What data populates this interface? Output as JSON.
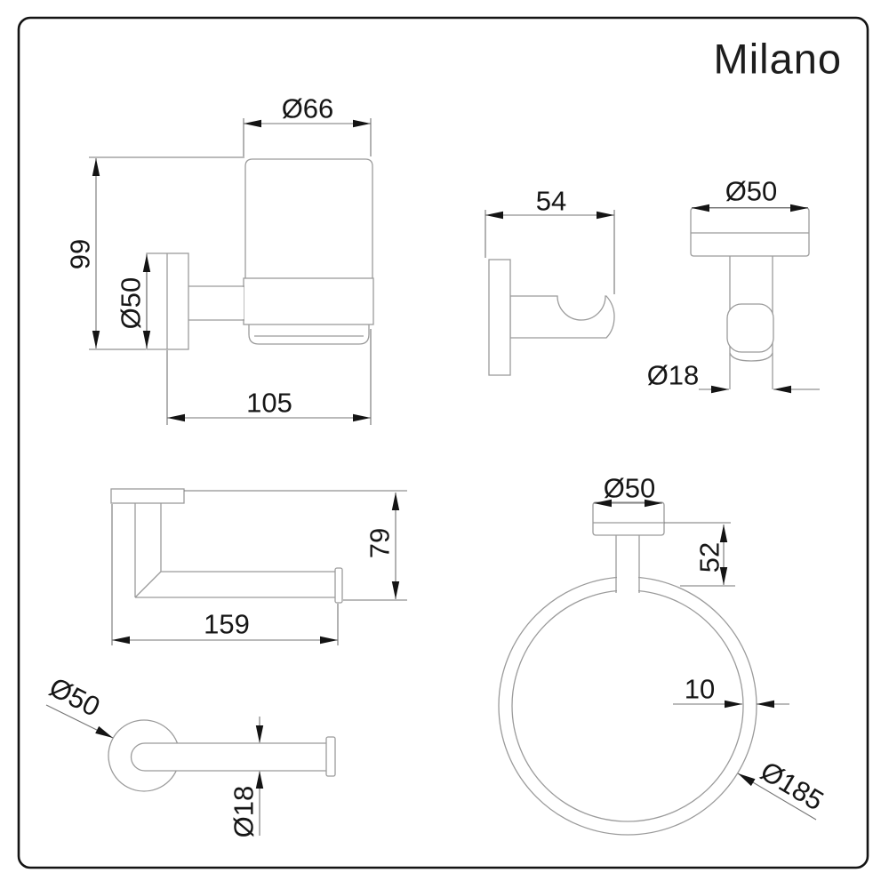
{
  "brand": {
    "name": "Milano"
  },
  "colors": {
    "outline": "#9b9b9b",
    "dimension": "#747474",
    "ink": "#141414"
  },
  "labels": {
    "tumbler": {
      "width": "Ø66",
      "height": "99",
      "plate": "Ø50",
      "depth": "105"
    },
    "hook": {
      "depth": "54",
      "plate": "Ø50",
      "post": "Ø18"
    },
    "roll_top": {
      "height": "79",
      "length": "159"
    },
    "roll_front": {
      "plate": "Ø50",
      "bar": "Ø18"
    },
    "ring": {
      "plate": "Ø50",
      "drop": "52",
      "profile": "10",
      "diameter": "Ø185"
    }
  }
}
